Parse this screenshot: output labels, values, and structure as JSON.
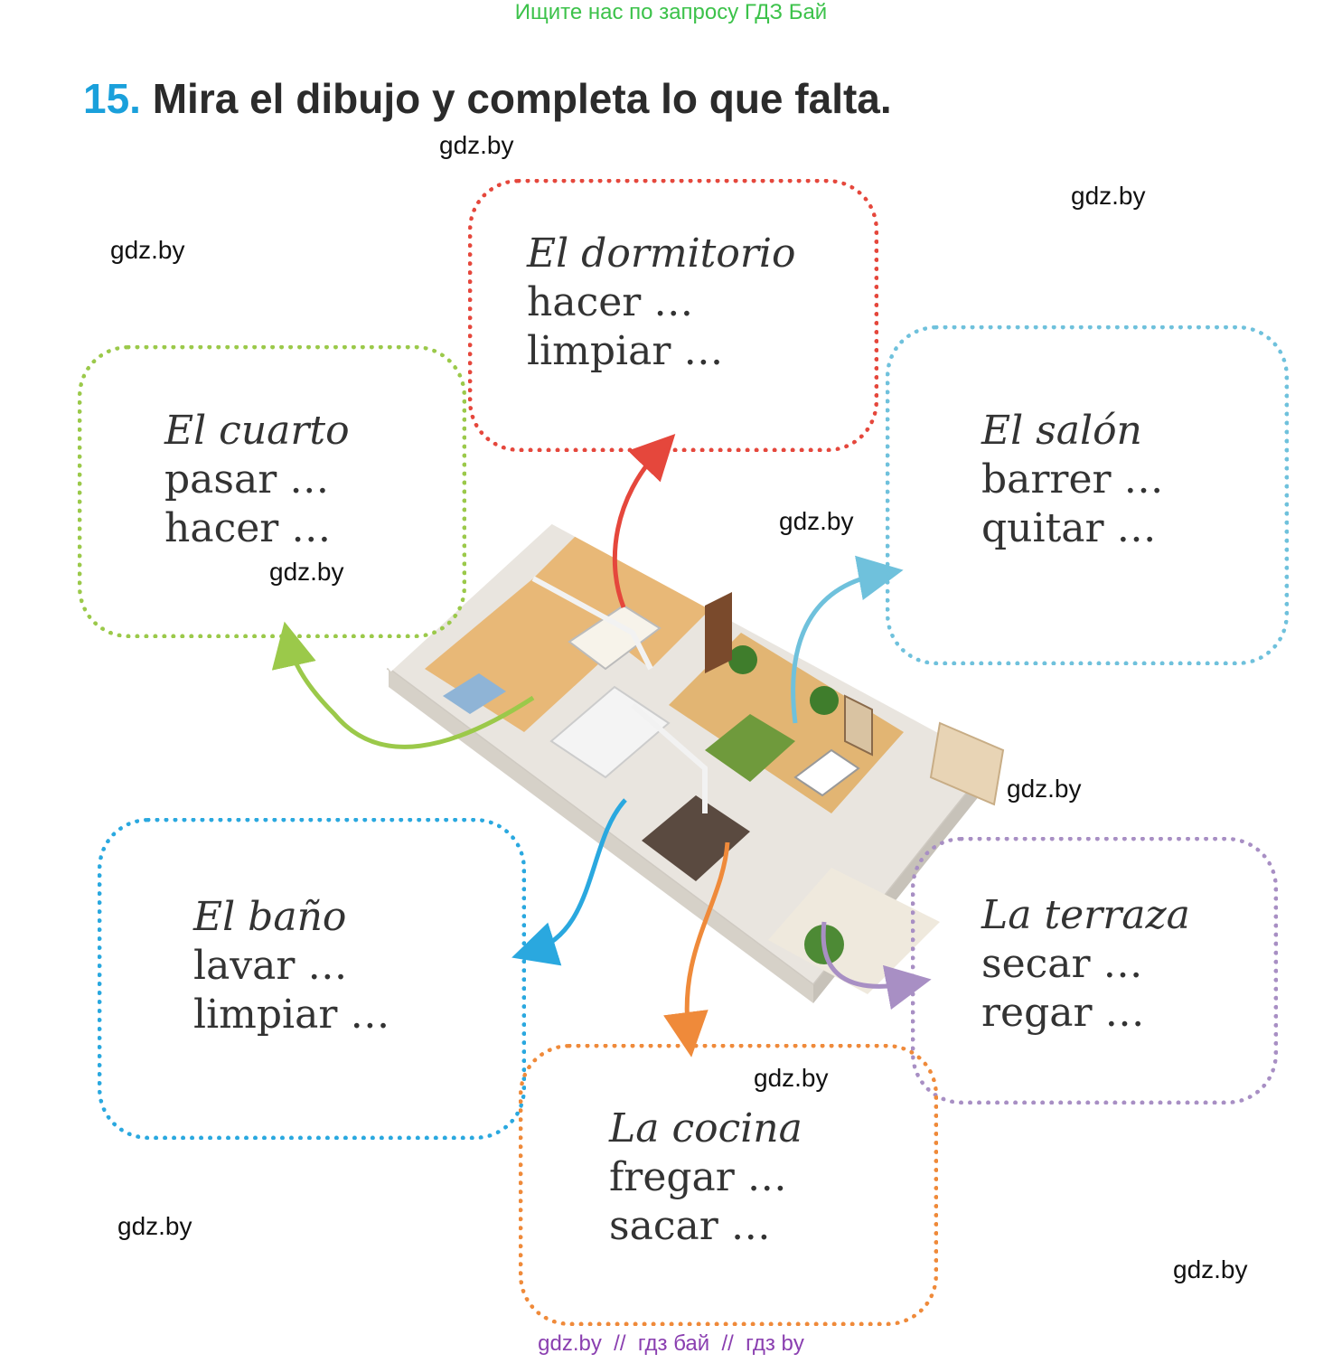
{
  "banner": "Ищите нас по запросу ГДЗ Бай",
  "exercise": {
    "number": "15.",
    "instruction": "Mira el dibujo y completa lo que falta."
  },
  "watermark": "gdz.by",
  "boxes": {
    "dormitorio": {
      "room": "El dormitorio",
      "line1": "hacer …",
      "line2": "limpiar …",
      "color": "#e5473c"
    },
    "cuarto": {
      "room": "El cuarto",
      "line1": "pasar …",
      "line2": "hacer …",
      "color": "#9bc94a"
    },
    "salon": {
      "room": "El salón",
      "line1": "barrer …",
      "line2": "quitar …",
      "color": "#6fc1dc"
    },
    "bano": {
      "room": "El baño",
      "line1": "lavar …",
      "line2": "limpiar …",
      "color": "#2aa8df"
    },
    "terraza": {
      "room": "La terraza",
      "line1": "secar …",
      "line2": "regar …",
      "color": "#a88fc4"
    },
    "cocina": {
      "room": "La cocina",
      "line1": "fregar …",
      "line2": "sacar …",
      "color": "#ef8a3a"
    }
  },
  "footer": "gdz.by  //  гдз бай  //  гдз by"
}
